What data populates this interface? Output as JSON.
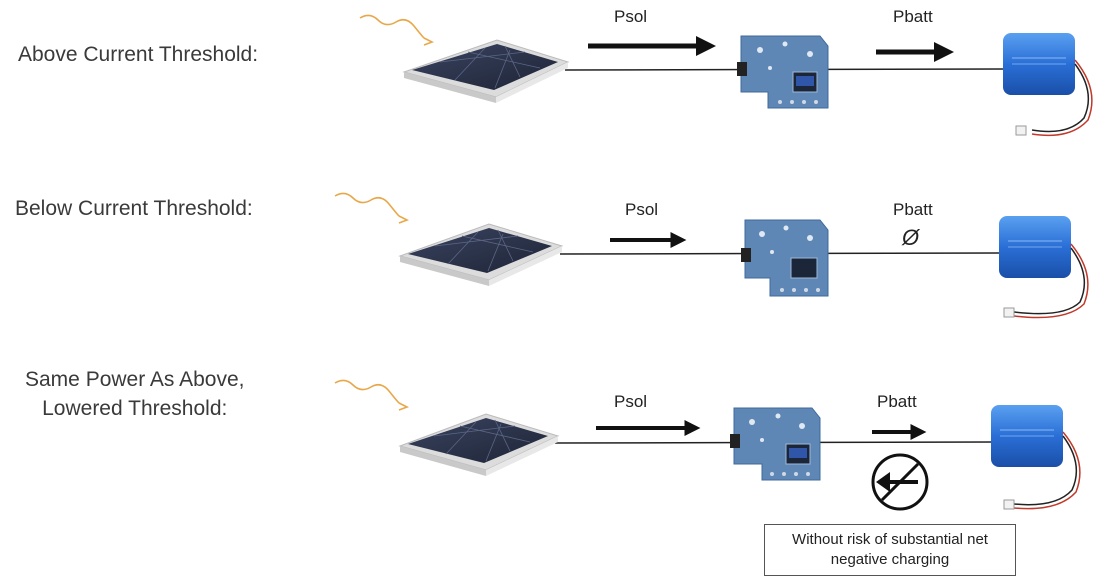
{
  "rows": [
    {
      "label": "Above Current Threshold:",
      "psol": "Psol",
      "pbatt": "Pbatt"
    },
    {
      "label": "Below Current Threshold:",
      "psol": "Psol",
      "pbatt": "Pbatt",
      "pbatt_symbol": "Ø"
    },
    {
      "label_lines": [
        "Same Power As Above,",
        "Lowered Threshold:"
      ],
      "psol": "Psol",
      "pbatt": "Pbatt"
    }
  ],
  "caption_lines": [
    "Without risk of substantial net",
    "negative charging"
  ],
  "colors": {
    "sun_ray": "#e8a84a",
    "panel_cell": "#2b3245",
    "panel_frame": "#e6e6e6",
    "pcb": "#5f87b5",
    "battery": "#2a6fd6",
    "wire": "#222222",
    "arrow": "#111111",
    "lead_red": "#c0392b"
  }
}
